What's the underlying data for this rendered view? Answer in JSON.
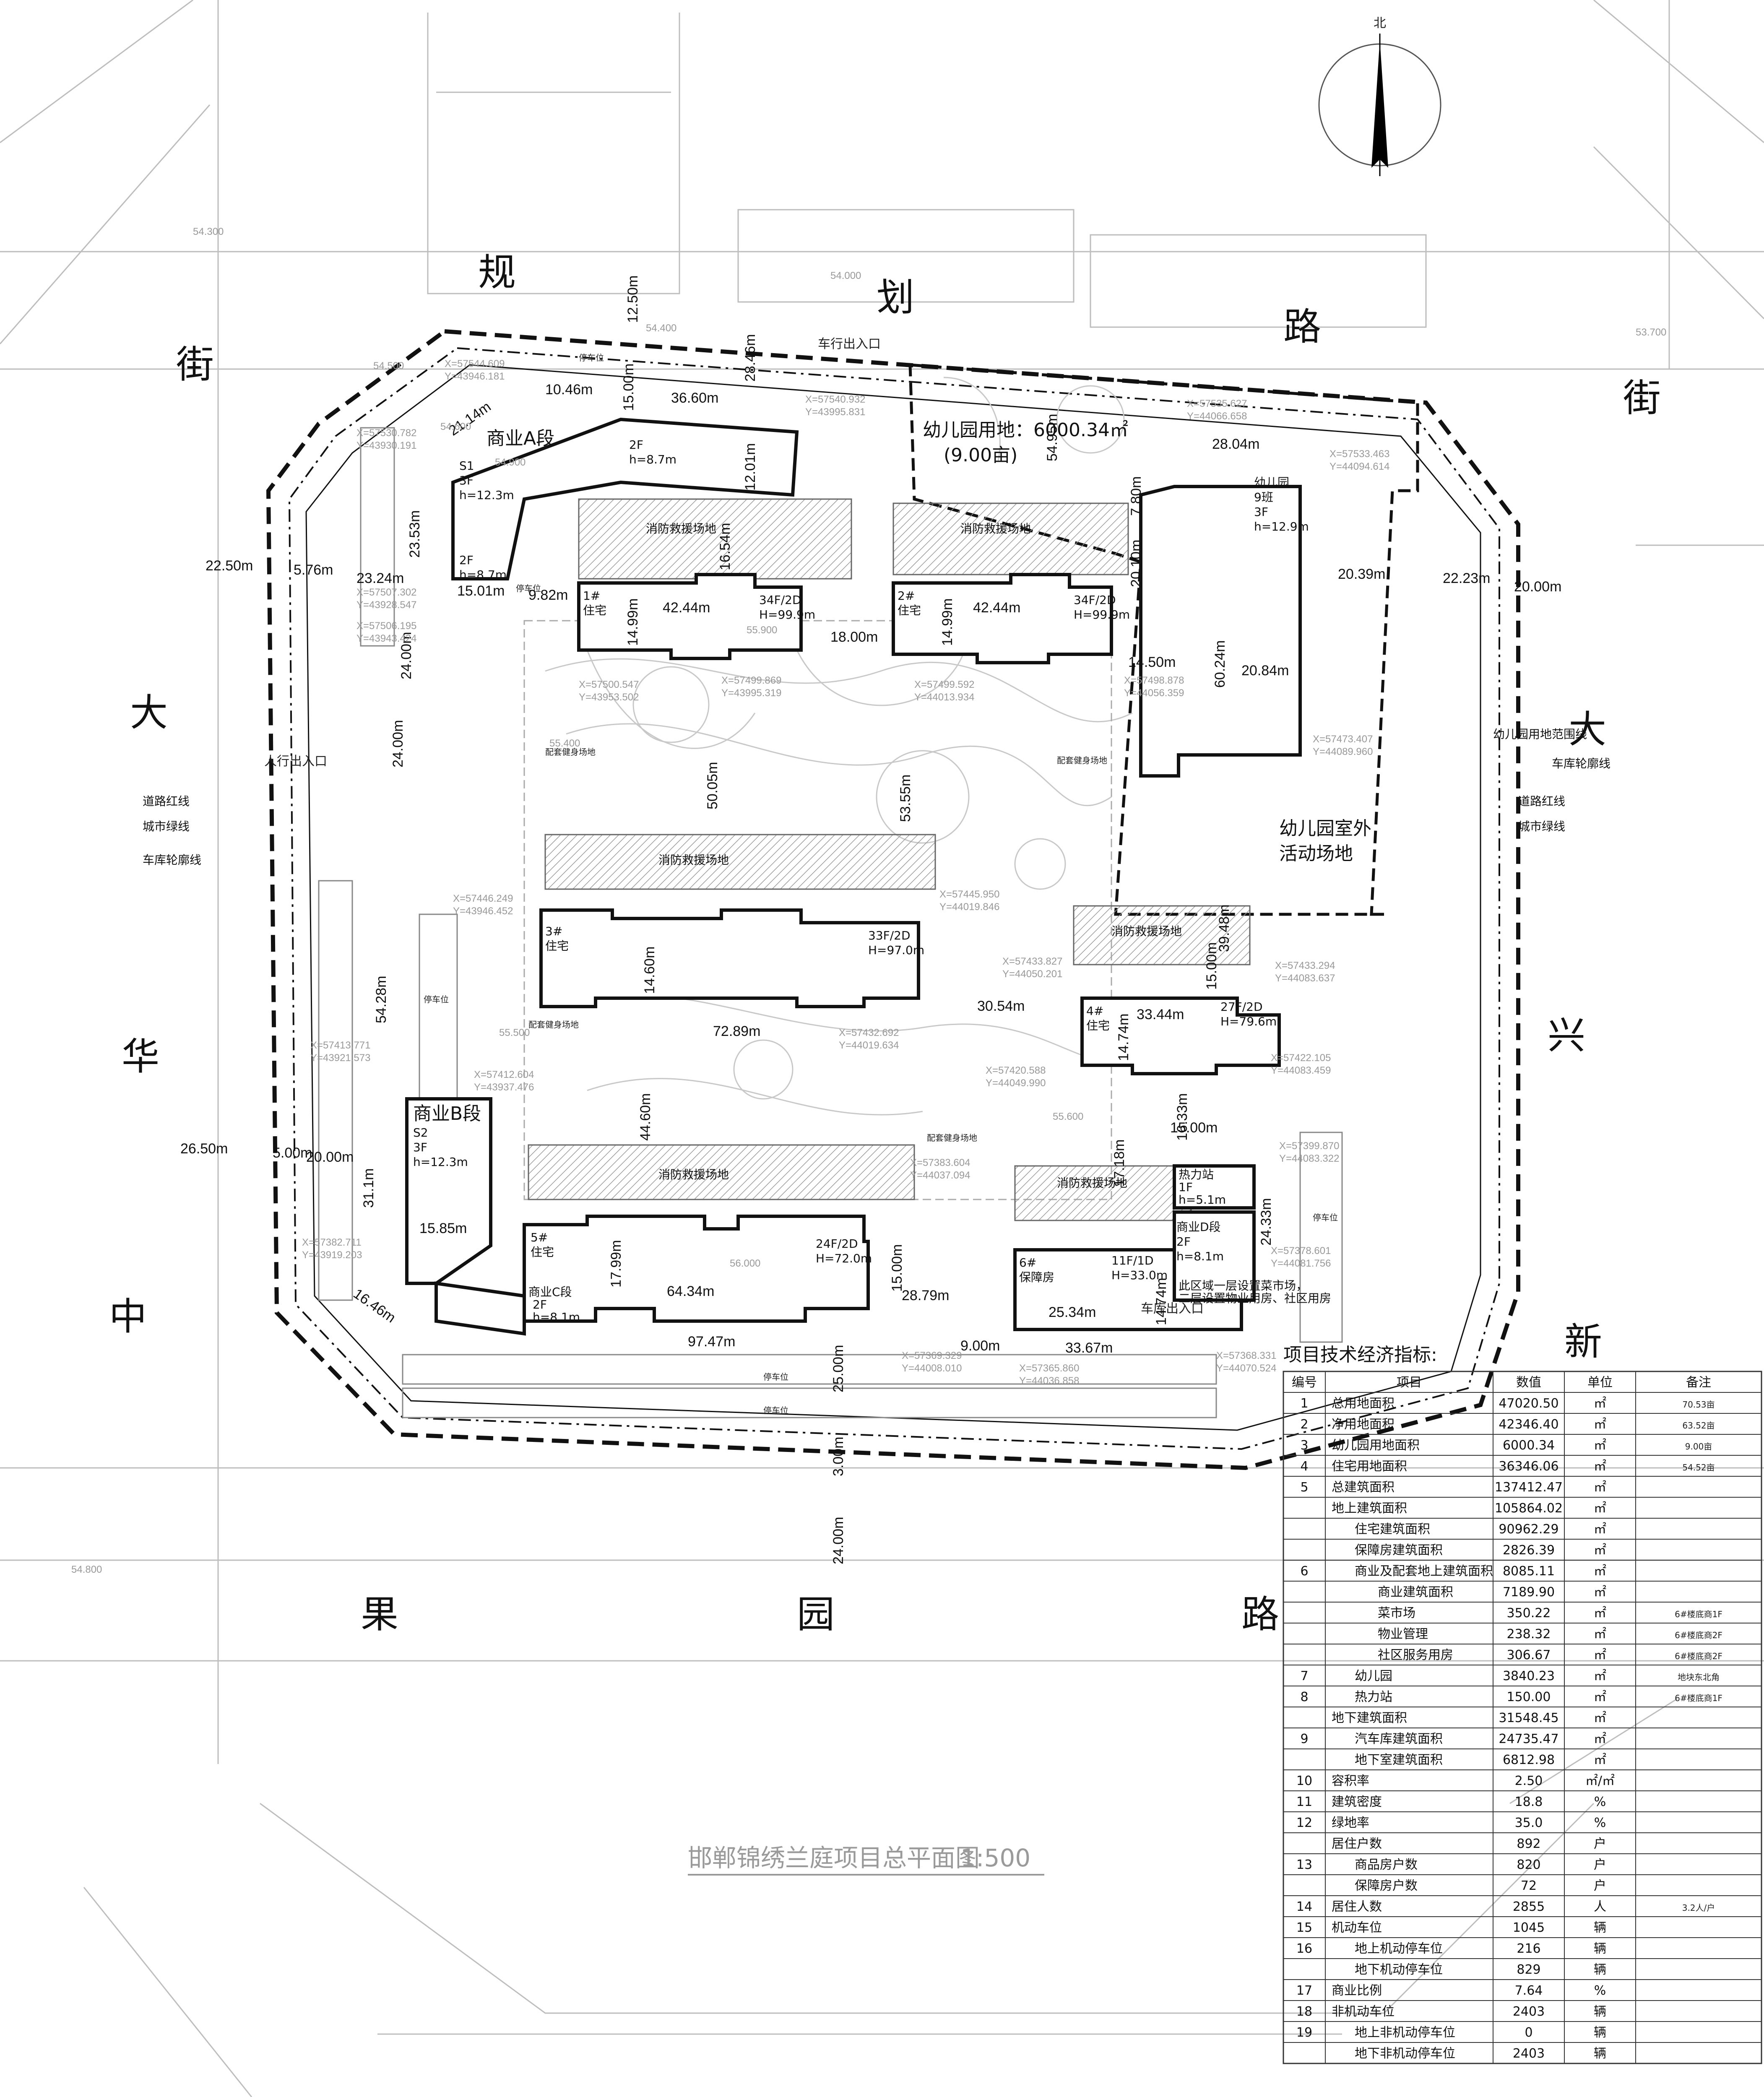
{
  "title": "邯郸锦绣兰庭项目总平面图",
  "scale": "1:500",
  "north": "北",
  "roads": {
    "north_chars": [
      "规",
      "划",
      "路"
    ],
    "south_chars": [
      "果",
      "园",
      "路"
    ],
    "west_chars": [
      "街",
      "大",
      "华",
      "中"
    ],
    "east_chars": [
      "街",
      "大",
      "兴",
      "新"
    ]
  },
  "buildings": [
    {
      "key": "b1",
      "name": "1#",
      "use": "住宅",
      "info": "34F/2D",
      "height": "H=99.9m",
      "width": "42.44m",
      "depth": "14.99m"
    },
    {
      "key": "b2",
      "name": "2#",
      "use": "住宅",
      "info": "34F/2D",
      "height": "H=99.9m",
      "width": "42.44m",
      "depth": "14.99m"
    },
    {
      "key": "b3",
      "name": "3#",
      "use": "住宅",
      "info": "33F/2D",
      "height": "H=97.0m",
      "width": "72.89m",
      "depth": "14.60m"
    },
    {
      "key": "b4",
      "name": "4#",
      "use": "住宅",
      "info": "27F/2D",
      "height": "H=79.6m",
      "width": "33.44m",
      "depth": "14.74m"
    },
    {
      "key": "b5",
      "name": "5#",
      "use": "住宅",
      "info": "24F/2D",
      "height": "H=72.0m",
      "width": "64.34m",
      "depth": "17.99m"
    },
    {
      "key": "b6",
      "name": "6#",
      "use": "保障房",
      "info": "11F/1D",
      "height": "H=33.0m",
      "width": "25.34m",
      "depth": "14.74m"
    }
  ],
  "commercial": {
    "a_name": "商业A段",
    "a_s1": "S1",
    "a_f": "3F",
    "a_h": "h=12.3m",
    "a_2f": "2F",
    "a_h2": "h=8.7m",
    "b_name": "商业B段",
    "b_s": "S2",
    "b_f": "3F",
    "b_h": "h=12.3m",
    "c_name": "商业C段",
    "c_f": "2F",
    "c_h": "h=8.1m",
    "d_name": "商业D段",
    "d_f": "2F",
    "d_h": "h=8.1m"
  },
  "kindergarten": {
    "site_label": "幼儿园用地：6000.34㎡",
    "site_mu": "(9.00亩)",
    "name": "幼儿园",
    "cls": "9班",
    "floors": "3F",
    "height": "h=12.9m",
    "outdoor1": "幼儿园室外",
    "outdoor2": "活动场地",
    "range": "幼儿园用地范围线"
  },
  "heat": {
    "name": "热力站",
    "floors": "1F",
    "height": "h=5.1m"
  },
  "zone_labels": {
    "fire": "消防救援场地",
    "fitness": "配套健身场地",
    "parking": "停车位",
    "vehicle_entry": "车行出入口",
    "ped_entry": "人行出入口",
    "garage_entry": "车库出入口",
    "road_red": "道路红线",
    "green": "城市绿线",
    "garage_line": "车库轮廓线",
    "note1": "此区域一层设置菜市场，",
    "note2": "二层设置物业用房、社区用房"
  },
  "dims": [
    "12.50m",
    "28.46m",
    "10.46m",
    "15.00m",
    "36.60m",
    "21.14m",
    "23.53m",
    "12.01m",
    "22.50m",
    "5.76m",
    "23.24m",
    "15.01m",
    "9.82m",
    "16.54m",
    "18.00m",
    "24.00m",
    "24.00m",
    "50.05m",
    "53.55m",
    "54.28m",
    "26.50m",
    "5.00m",
    "20.00m",
    "31.1m",
    "15.85m",
    "16.46m",
    "44.60m",
    "30.54m",
    "15.00m",
    "16.33m",
    "15.00m",
    "17.18m",
    "24.33m",
    "28.79m",
    "9.00m",
    "33.67m",
    "15.00m",
    "97.47m",
    "25.00m",
    "3.00m",
    "24.00m",
    "20.10m",
    "14.50m",
    "7.80m",
    "28.04m",
    "60.24m",
    "20.84m",
    "20.39m",
    "22.23m",
    "20.00m",
    "39.48m",
    "54.95m"
  ],
  "coords": [
    "X=57544.609",
    "Y=43946.181",
    "X=57540.932",
    "Y=43995.831",
    "X=57535.627",
    "Y=44066.658",
    "X=57533.463",
    "Y=44094.614",
    "X=57530.782",
    "Y=43930.191",
    "X=57507.302",
    "Y=43928.547",
    "X=57506.195",
    "Y=43943.424",
    "X=57500.547",
    "Y=43953.502",
    "X=57499.869",
    "Y=43995.319",
    "X=57499.592",
    "Y=44013.934",
    "X=57498.878",
    "Y=44056.359",
    "X=57473.407",
    "Y=44089.960",
    "X=57446.249",
    "Y=43946.452",
    "X=57445.950",
    "Y=44019.846",
    "X=57433.827",
    "Y=44050.201",
    "X=57433.294",
    "Y=44083.637",
    "X=57432.692",
    "Y=44019.634",
    "X=57420.588",
    "Y=44049.990",
    "X=57422.105",
    "Y=44083.459",
    "X=57413.771",
    "Y=43921.573",
    "X=57412.604",
    "Y=43937.476",
    "X=57383.604",
    "Y=44037.094",
    "X=57399.870",
    "Y=44083.322",
    "X=57382.711",
    "Y=43919.203",
    "X=57378.601",
    "Y=44081.756",
    "X=57368.331",
    "Y=44070.524",
    "X=57365.860",
    "Y=44036.858",
    "X=57369.329",
    "Y=44008.010"
  ],
  "elevations": [
    "54.300",
    "54.000",
    "53.700",
    "54.400",
    "54.500",
    "54.600",
    "54.900",
    "55.400",
    "55.500",
    "55.600",
    "55.900",
    "56.000",
    "54.800"
  ],
  "indicators": {
    "title": "项目技术经济指标:",
    "headers": [
      "编号",
      "项目",
      "数值",
      "单位",
      "备注"
    ],
    "rows": [
      {
        "no": "1",
        "name": "总用地面积",
        "value": "47020.50",
        "unit": "㎡",
        "note": "70.53亩",
        "lvl": 0
      },
      {
        "no": "2",
        "name": "净用地面积",
        "value": "42346.40",
        "unit": "㎡",
        "note": "63.52亩",
        "lvl": 0
      },
      {
        "no": "3",
        "name": "幼儿园用地面积",
        "value": "6000.34",
        "unit": "㎡",
        "note": "9.00亩",
        "lvl": 0
      },
      {
        "no": "4",
        "name": "住宅用地面积",
        "value": "36346.06",
        "unit": "㎡",
        "note": "54.52亩",
        "lvl": 0
      },
      {
        "no": "5",
        "name": "总建筑面积",
        "value": "137412.47",
        "unit": "㎡",
        "note": "",
        "lvl": 0
      },
      {
        "no": "",
        "name": "地上建筑面积",
        "value": "105864.02",
        "unit": "㎡",
        "note": "",
        "lvl": 0
      },
      {
        "no": "",
        "name": "住宅建筑面积",
        "value": "90962.29",
        "unit": "㎡",
        "note": "",
        "lvl": 1
      },
      {
        "no": "",
        "name": "保障房建筑面积",
        "value": "2826.39",
        "unit": "㎡",
        "note": "",
        "lvl": 1
      },
      {
        "no": "6",
        "name": "商业及配套地上建筑面积",
        "value": "8085.11",
        "unit": "㎡",
        "note": "",
        "lvl": 1
      },
      {
        "no": "",
        "name": "商业建筑面积",
        "value": "7189.90",
        "unit": "㎡",
        "note": "",
        "lvl": 2
      },
      {
        "no": "",
        "name": "菜市场",
        "value": "350.22",
        "unit": "㎡",
        "note": "6#楼底商1F",
        "lvl": 2
      },
      {
        "no": "",
        "name": "物业管理",
        "value": "238.32",
        "unit": "㎡",
        "note": "6#楼底商2F",
        "lvl": 2
      },
      {
        "no": "",
        "name": "社区服务用房",
        "value": "306.67",
        "unit": "㎡",
        "note": "6#楼底商2F",
        "lvl": 2
      },
      {
        "no": "7",
        "name": "幼儿园",
        "value": "3840.23",
        "unit": "㎡",
        "note": "地块东北角",
        "lvl": 1
      },
      {
        "no": "8",
        "name": "热力站",
        "value": "150.00",
        "unit": "㎡",
        "note": "6#楼底商1F",
        "lvl": 1
      },
      {
        "no": "",
        "name": "地下建筑面积",
        "value": "31548.45",
        "unit": "㎡",
        "note": "",
        "lvl": 0
      },
      {
        "no": "9",
        "name": "汽车库建筑面积",
        "value": "24735.47",
        "unit": "㎡",
        "note": "",
        "lvl": 1
      },
      {
        "no": "",
        "name": "地下室建筑面积",
        "value": "6812.98",
        "unit": "㎡",
        "note": "",
        "lvl": 1
      },
      {
        "no": "10",
        "name": "容积率",
        "value": "2.50",
        "unit": "㎡/㎡",
        "note": "",
        "lvl": 0
      },
      {
        "no": "11",
        "name": "建筑密度",
        "value": "18.8",
        "unit": "%",
        "note": "",
        "lvl": 0
      },
      {
        "no": "12",
        "name": "绿地率",
        "value": "35.0",
        "unit": "%",
        "note": "",
        "lvl": 0
      },
      {
        "no": "",
        "name": "居住户数",
        "value": "892",
        "unit": "户",
        "note": "",
        "lvl": 0
      },
      {
        "no": "13",
        "name": "商品房户数",
        "value": "820",
        "unit": "户",
        "note": "",
        "lvl": 1
      },
      {
        "no": "",
        "name": "保障房户数",
        "value": "72",
        "unit": "户",
        "note": "",
        "lvl": 1
      },
      {
        "no": "14",
        "name": "居住人数",
        "value": "2855",
        "unit": "人",
        "note": "3.2人/户",
        "lvl": 0
      },
      {
        "no": "15",
        "name": "机动车位",
        "value": "1045",
        "unit": "辆",
        "note": "",
        "lvl": 0
      },
      {
        "no": "16",
        "name": "地上机动停车位",
        "value": "216",
        "unit": "辆",
        "note": "",
        "lvl": 1
      },
      {
        "no": "",
        "name": "地下机动停车位",
        "value": "829",
        "unit": "辆",
        "note": "",
        "lvl": 1
      },
      {
        "no": "17",
        "name": "商业比例",
        "value": "7.64",
        "unit": "%",
        "note": "",
        "lvl": 0
      },
      {
        "no": "18",
        "name": "非机动车位",
        "value": "2403",
        "unit": "辆",
        "note": "",
        "lvl": 0
      },
      {
        "no": "19",
        "name": "地上非机动停车位",
        "value": "0",
        "unit": "辆",
        "note": "",
        "lvl": 1
      },
      {
        "no": "",
        "name": "地下非机动停车位",
        "value": "2403",
        "unit": "辆",
        "note": "",
        "lvl": 1
      }
    ]
  }
}
